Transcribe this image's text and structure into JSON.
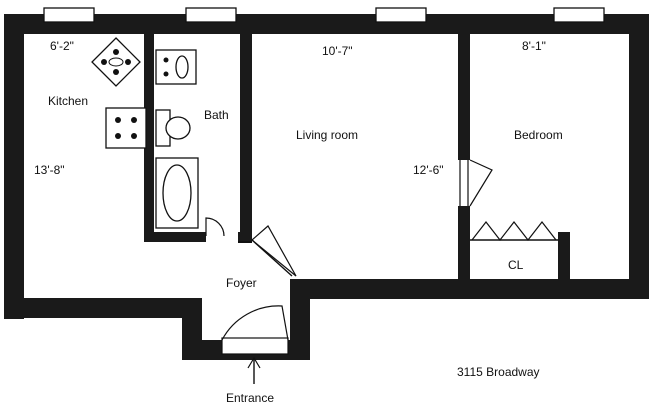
{
  "rooms": {
    "kitchen": "Kitchen",
    "bath": "Bath",
    "living": "Living room",
    "bedroom": "Bedroom",
    "foyer": "Foyer",
    "closet": "CL"
  },
  "dimensions": {
    "kitchen_width": "6'-2\"",
    "kitchen_length": "13'-8\"",
    "living_width": "10'-7\"",
    "living_length": "12'-6\"",
    "bedroom_width": "8'-1\""
  },
  "entrance": "Entrance",
  "address": "3115 Broadway",
  "colors": {
    "wall": "#1a1a1a",
    "background": "#ffffff"
  }
}
